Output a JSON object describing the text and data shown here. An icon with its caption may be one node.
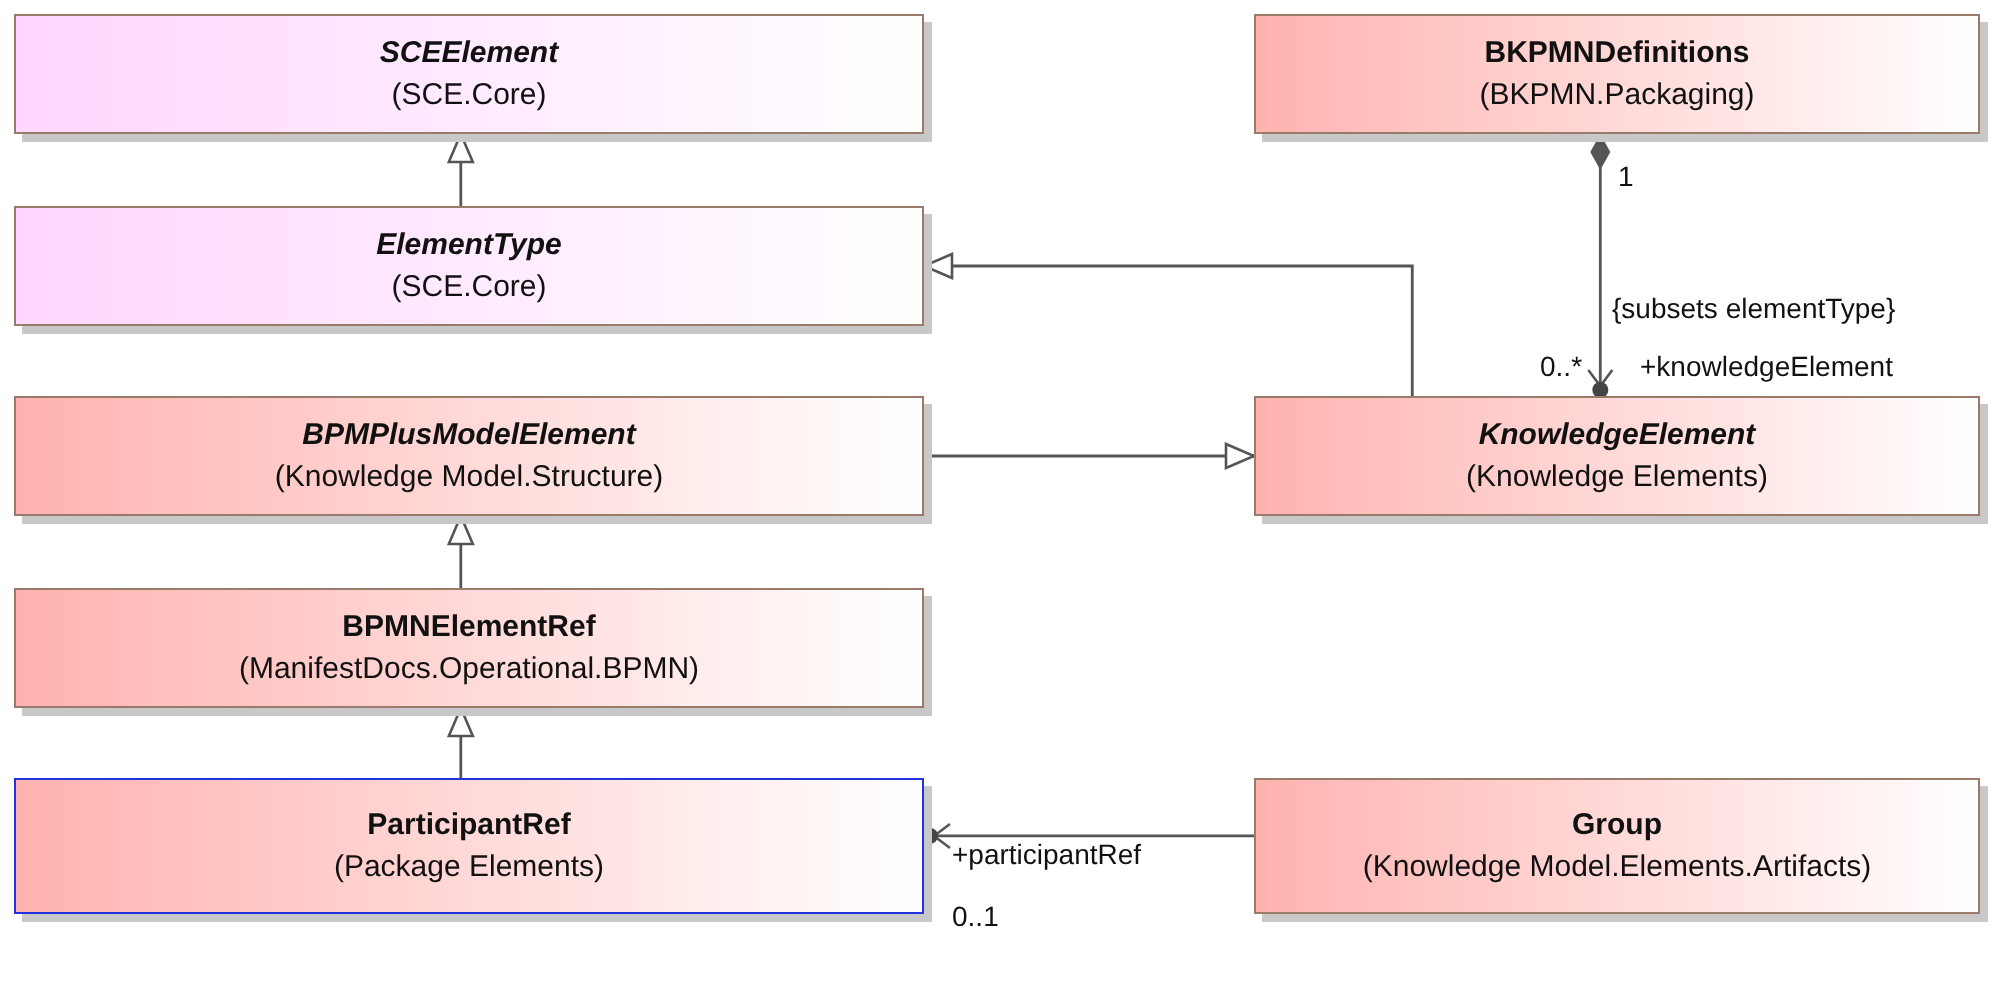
{
  "diagram": {
    "nodes": [
      {
        "text": [
          "SCEElement",
          "(SCE.Core)"
        ]
      },
      {
        "text": [
          "ElementType",
          "(SCE.Core)"
        ]
      },
      {
        "text": [
          "BPMPlusModelElement",
          "(Knowledge Model.Structure)"
        ]
      },
      {
        "text": [
          "BPMNElementRef",
          "(ManifestDocs.Operational.BPMN)"
        ]
      },
      {
        "text": [
          "ParticipantRef",
          "(Package Elements)"
        ]
      },
      {
        "text": [
          "BKPMNDefinitions",
          "(BKPMN.Packaging)"
        ]
      },
      {
        "text": [
          "KnowledgeElement",
          "(Knowledge Elements)"
        ]
      },
      {
        "text": [
          "Group",
          "(Knowledge Model.Elements.Artifacts)"
        ]
      }
    ],
    "edges": [
      {
        "from": 1,
        "to": 0,
        "arrow": "to"
      },
      {
        "from": 2,
        "to": 6,
        "arrow": "to"
      },
      {
        "from": 3,
        "to": 2,
        "arrow": "to"
      },
      {
        "from": 4,
        "to": 3,
        "arrow": "to"
      },
      {
        "from": 6,
        "to": 1,
        "arrow": "to"
      },
      {
        "from": 5,
        "to": 6,
        "arrow": "to",
        "label": "+knowledgeElement"
      },
      {
        "from": 7,
        "to": 4,
        "arrow": "to",
        "label": "+participantRef"
      }
    ],
    "labels": [
      "1",
      "{subsets elementType}",
      "0..*",
      "0..1"
    ]
  }
}
